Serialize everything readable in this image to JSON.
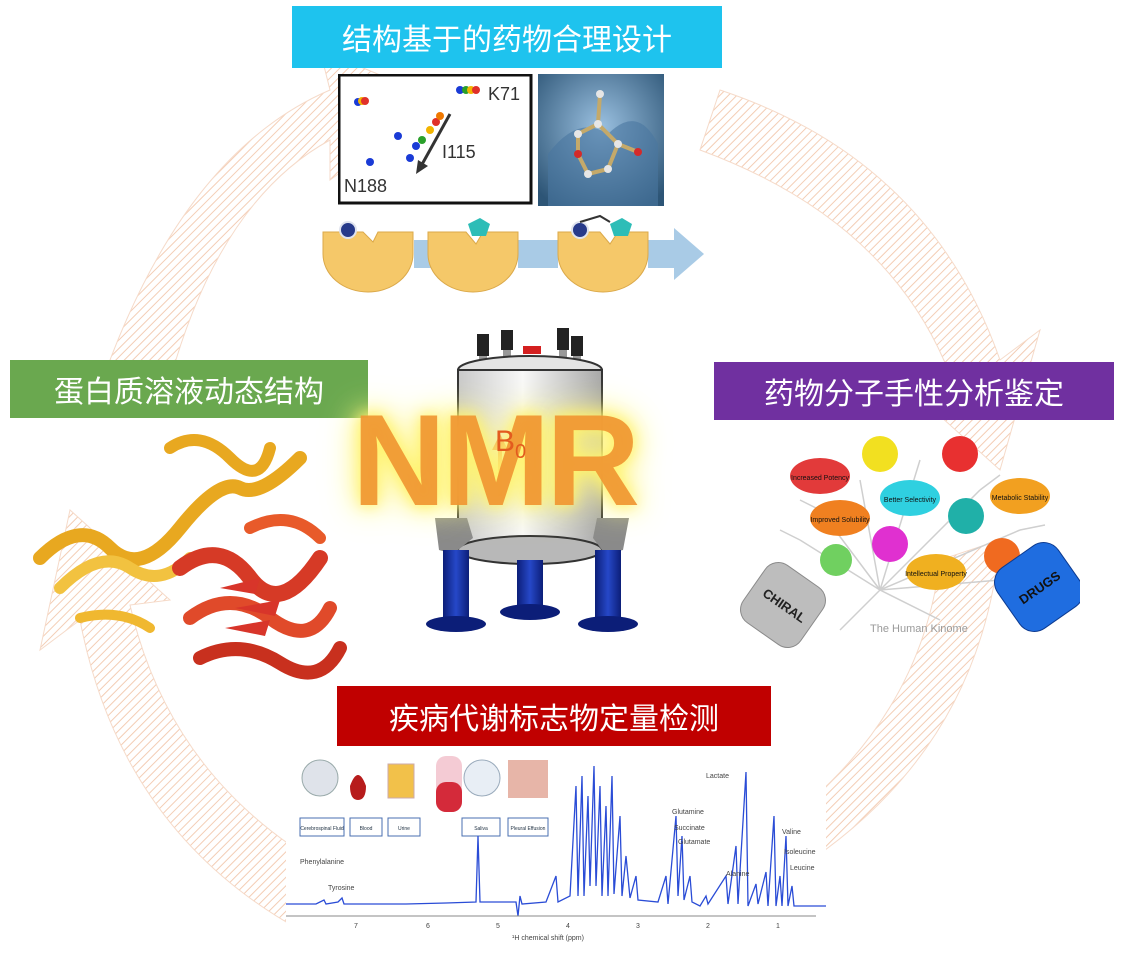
{
  "titles": {
    "top": "结构基于的药物合理设计",
    "left": "蛋白质溶液动态结构",
    "right": "药物分子手性分析鉴定",
    "bottom": "疾病代谢标志物定量检测"
  },
  "center": {
    "label": "NMR",
    "field_symbol": "B",
    "field_subscript": "0"
  },
  "spectrum_panel": {
    "labels": [
      "K71",
      "I115",
      "N188"
    ]
  },
  "chiral_panel": {
    "bubbles": [
      "Increased Potency",
      "Better Selectivity",
      "Improved Solubility",
      "Metabolic Stability",
      "Intellectual Property"
    ],
    "pills": [
      "CHIRAL",
      "DRUGS"
    ],
    "caption": "The Human Kinome"
  },
  "metabolite_panel": {
    "samples": [
      "Cerebrospinal Fluid",
      "Blood",
      "Urine",
      "Saliva",
      "Pleural Effusion"
    ],
    "peaks": [
      "Lactate",
      "Glutamine",
      "Succinate",
      "Glutamate",
      "Valine",
      "Isoleucine",
      "Leucine",
      "Alanine",
      "Phenylalanine",
      "Tyrosine"
    ],
    "axis_ticks": [
      "7",
      "6",
      "5",
      "4",
      "3",
      "2",
      "1"
    ],
    "axis_label": "¹H chemical shift (ppm)"
  },
  "colors": {
    "top": "#1ec3ee",
    "left": "#6aa84f",
    "right": "#7030a0",
    "bottom": "#c00000",
    "nmr": "#f0963c",
    "magnet": "#1a2d9c"
  }
}
